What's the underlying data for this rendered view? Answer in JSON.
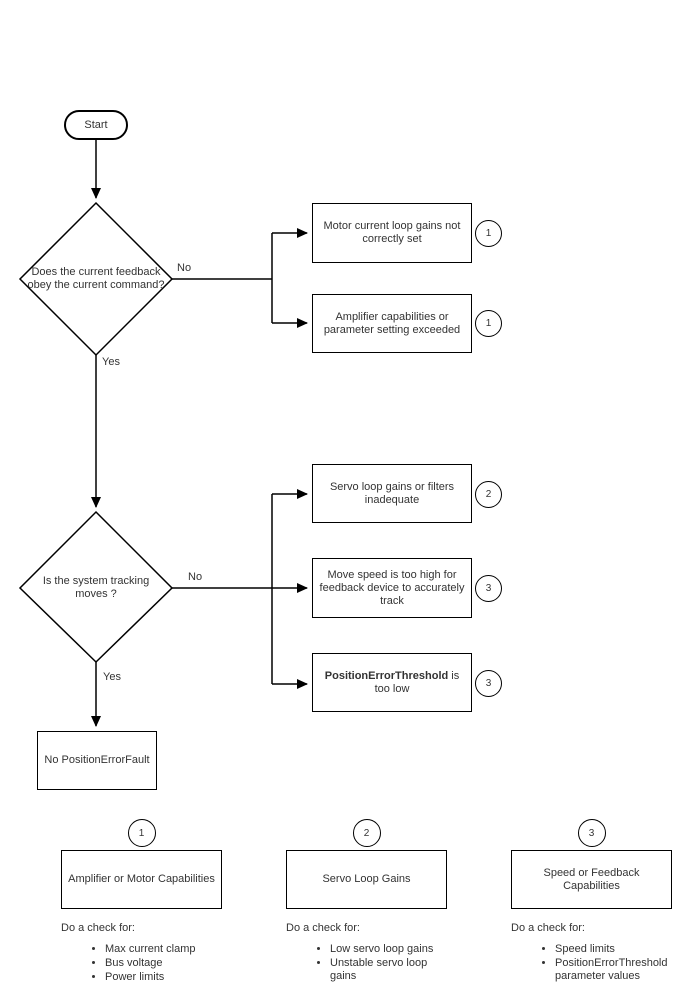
{
  "diagram": {
    "start": {
      "label": "Start"
    },
    "decision1": {
      "line1": "Does the current feedback",
      "line2": "obey the current command?",
      "no_label": "No",
      "yes_label": "Yes"
    },
    "decision2": {
      "line1": "Is the system tracking",
      "line2": "moves ?",
      "no_label": "No",
      "yes_label": "Yes"
    },
    "boxes": {
      "motor": {
        "text": "Motor current loop gains not correctly set",
        "ref": "1"
      },
      "amplifier": {
        "text": "Amplifier capabilities or parameter setting exceeded",
        "ref": "1"
      },
      "servo": {
        "text": "Servo loop gains or filters inadequate",
        "ref": "2"
      },
      "movespeed": {
        "text": "Move speed is too high for feedback device to accurately track",
        "ref": "3"
      },
      "threshold": {
        "bold": "PositionErrorThreshold",
        "rest": " is too low",
        "ref": "3"
      },
      "nofault": {
        "text": "No PositionErrorFault"
      }
    }
  },
  "legend": {
    "sections": [
      {
        "number": "1",
        "title": "Amplifier or Motor Capabilities",
        "heading": "Do a check for:",
        "bullets": [
          "Max current clamp",
          "Bus voltage",
          "Power limits"
        ]
      },
      {
        "number": "2",
        "title": "Servo Loop Gains",
        "heading": "Do a check for:",
        "bullets": [
          "Low servo loop gains",
          "Unstable servo loop gains"
        ]
      },
      {
        "number": "3",
        "title": "Speed or Feedback Capabilities",
        "heading": "Do a check for:",
        "bullets": [
          "Speed limits",
          "PositionErrorThreshold parameter values"
        ]
      }
    ]
  },
  "colors": {
    "line": "#000000",
    "text": "#333333",
    "background": "#ffffff"
  }
}
